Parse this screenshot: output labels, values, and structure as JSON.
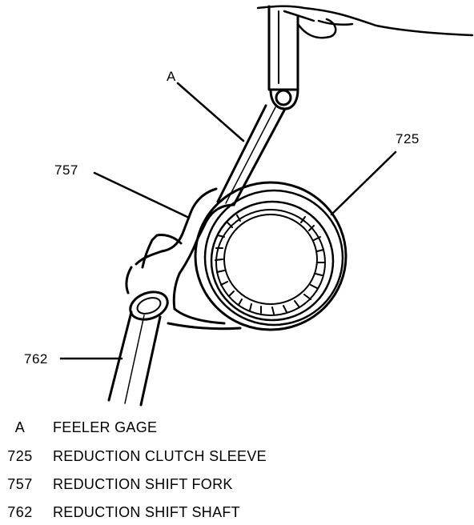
{
  "callouts": {
    "A": "A",
    "c725": "725",
    "c757": "757",
    "c762": "762"
  },
  "legend": [
    {
      "key": "A",
      "desc": "FEELER GAGE"
    },
    {
      "key": "725",
      "desc": "REDUCTION CLUTCH SLEEVE"
    },
    {
      "key": "757",
      "desc": "REDUCTION SHIFT FORK"
    },
    {
      "key": "762",
      "desc": "REDUCTION SHIFT SHAFT"
    }
  ]
}
